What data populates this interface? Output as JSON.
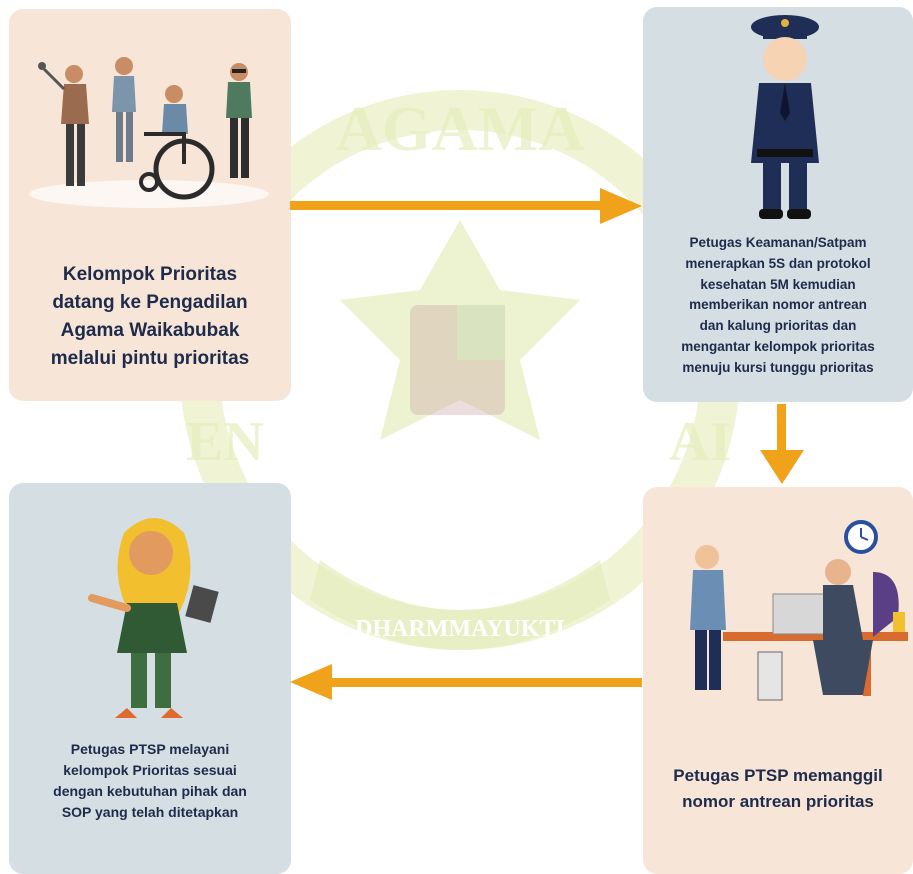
{
  "watermark": {
    "top_text": "AGAMA",
    "left_text": "EN",
    "right_text": "AI",
    "ribbon_text": "DHARMMAYUKTI"
  },
  "steps": [
    {
      "text_lines": [
        "Kelompok Prioritas",
        "datang ke Pengadilan",
        "Agama Waikabubak",
        "melalui pintu prioritas"
      ]
    },
    {
      "text_lines": [
        "Petugas Keamanan/Satpam",
        "menerapkan 5S dan protokol",
        "kesehatan 5M kemudian",
        "memberikan nomor antrean",
        "dan kalung prioritas dan",
        "mengantar kelompok prioritas",
        "menuju kursi tunggu prioritas"
      ]
    },
    {
      "text_lines": [
        "Petugas PTSP memanggil",
        "nomor antrean prioritas"
      ]
    },
    {
      "text_lines": [
        "Petugas PTSP melayani",
        "kelompok Prioritas sesuai",
        "dengan kebutuhan pihak dan",
        "SOP yang telah ditetapkan"
      ]
    }
  ],
  "colors": {
    "arrow": "#f0a21a",
    "text": "#1e2b4a",
    "card_peach": "#f7e5d8",
    "card_blue": "#d4dee3",
    "watermark": "#eef3cf"
  }
}
